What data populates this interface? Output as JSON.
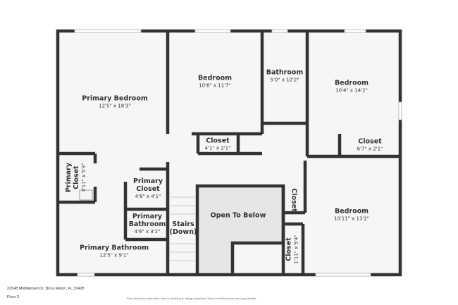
{
  "colors": {
    "wall": "#333333",
    "floor": "#f6f6f6",
    "open_to_below": "#e6e6e6",
    "window": "#ffffff"
  },
  "rooms": [
    {
      "name": "Primary Bedroom",
      "dims": "12'5\" x 18'3\""
    },
    {
      "name": "Bedroom",
      "dims": "10'6\" x 11'7\""
    },
    {
      "name": "Bathroom",
      "dims": "5'0\" x 10'2\""
    },
    {
      "name": "Bedroom",
      "dims": "10'4\" x 14'2\""
    },
    {
      "name": "Closet",
      "dims": "4'1\" x 2'1\""
    },
    {
      "name": "Closet",
      "dims": "6'7\" x 2'1\""
    },
    {
      "name": "Primary Closet",
      "dims": "3'11\" x 5'3\""
    },
    {
      "name": "Primary Closet",
      "dims": "4'8\" x 4'1\""
    },
    {
      "name": "Primary Bathroom",
      "dims": "4'8\" x 3'2\""
    },
    {
      "name": "Stairs (Down)",
      "dims": ""
    },
    {
      "name": "Open To Below",
      "dims": ""
    },
    {
      "name": "Closet",
      "dims": ""
    },
    {
      "name": "Bedroom",
      "dims": "10'11\" x 13'2\""
    },
    {
      "name": "Closet",
      "dims": "1'11\" x 5'4\""
    },
    {
      "name": "Primary Bathroom",
      "dims": "12'5\" x 9'1\""
    }
  ],
  "footer": {
    "address": "22548 Middletown Dr, Boca Raton, FL 33428",
    "floor": "Floor 2",
    "disclaimer": "Floor plans/tour cannot be used for building or design purposes. Sizes and dimensions are approximate."
  }
}
